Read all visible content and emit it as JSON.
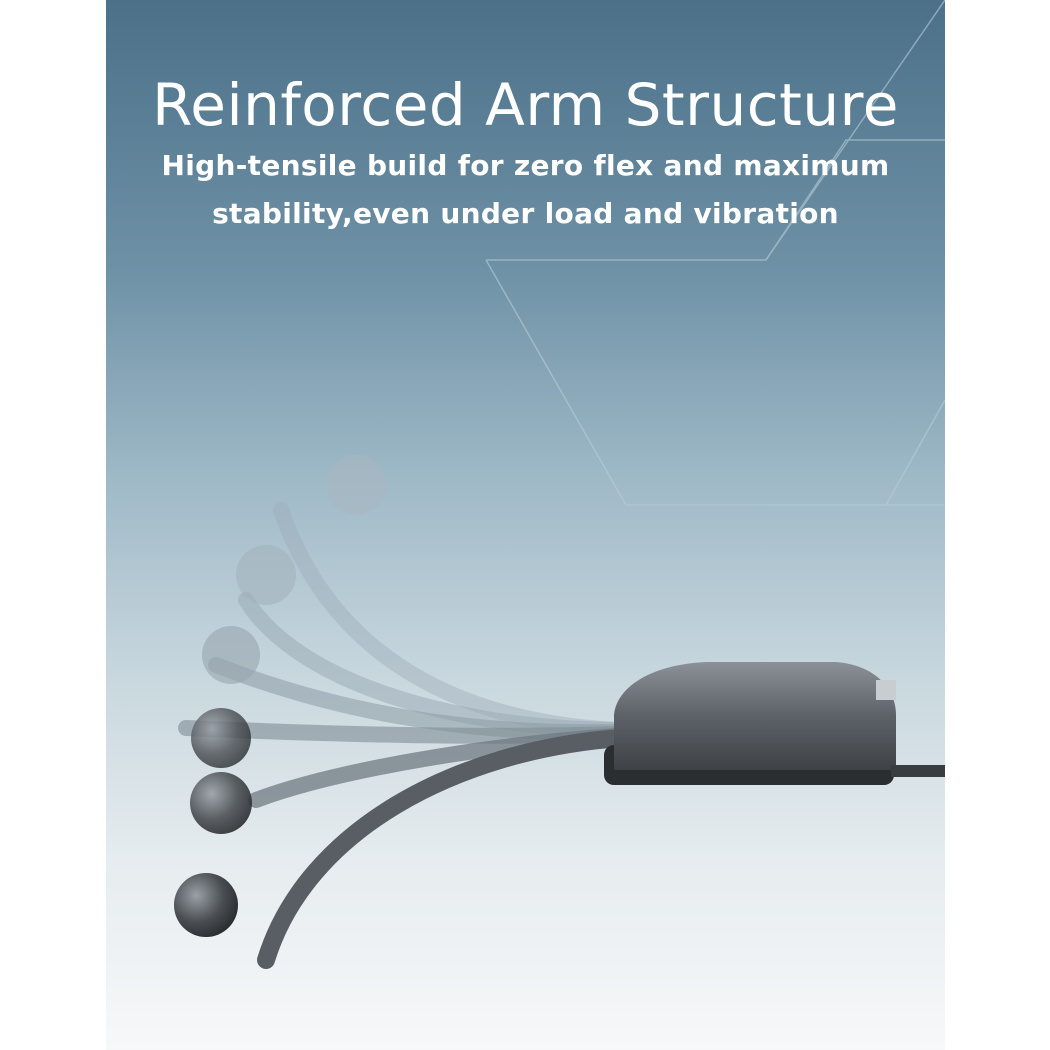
{
  "headline": {
    "title": "Reinforced Arm Structure",
    "subtitle_line1": "High-tensile build for zero flex and maximum",
    "subtitle_line2": "stability,even under load and vibration"
  },
  "colors": {
    "background_top": "#4b7088",
    "background_bottom": "#f7f8f9",
    "text": "#ffffff",
    "product": "#55595e"
  },
  "image": {
    "product_icon": "car-mount-arm-illustration"
  }
}
